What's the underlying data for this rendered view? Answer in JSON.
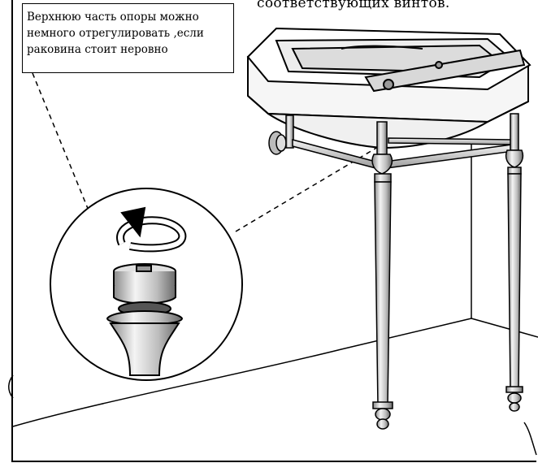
{
  "callout": {
    "line1": "Верхнюю часть опоры     можно",
    "line2": "немного отрегулировать ,если",
    "line3": "раковина стоит неровно"
  },
  "caption_fragment": "соответствующих винтов.",
  "colors": {
    "line": "#000000",
    "background": "#ffffff",
    "metal_light": "#e8e8e8",
    "metal_mid": "#bdbdbd",
    "metal_dark": "#6a6a6a"
  },
  "icons": [
    "rotate-arrow-icon"
  ]
}
